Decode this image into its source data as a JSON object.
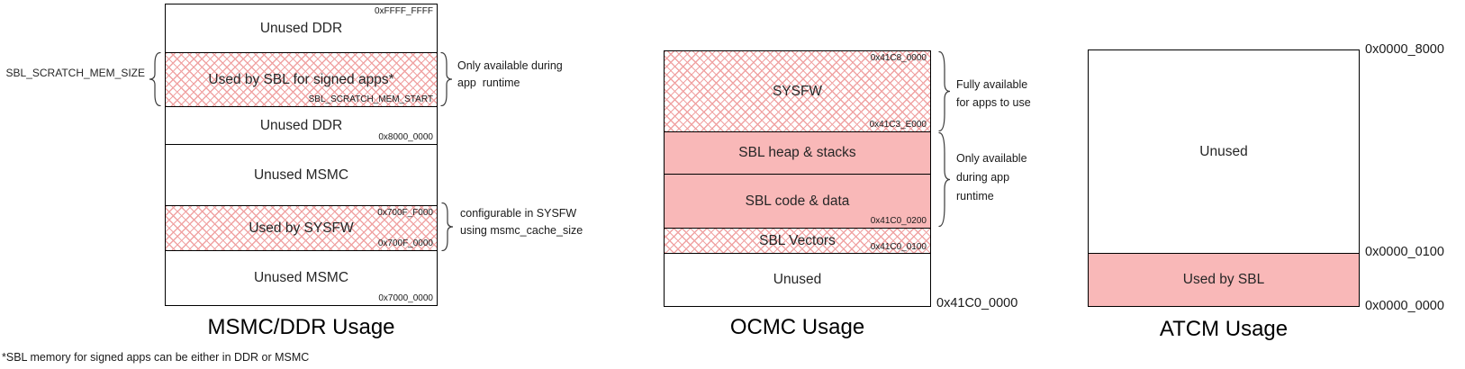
{
  "figure": {
    "msmc": {
      "title": "MSMC/DDR Usage",
      "size_label": "SBL_SCRATCH_MEM_SIZE",
      "footnote": "*SBL memory for signed apps can be either in DDR or MSMC",
      "sections": {
        "unused_ddr_top": "Unused DDR",
        "sbl_scratch": "Used by SBL for signed apps*",
        "unused_ddr_bottom": "Unused DDR",
        "unused_msmc_top": "Unused MSMC",
        "sysfw": "Used by SYSFW",
        "unused_msmc_bottom": "Unused MSMC"
      },
      "addresses": {
        "ddr_top": "0xFFFF_FFFF",
        "scratch_start": "SBL_SCRATCH_MEM_START",
        "ddr_base": "0x8000_0000",
        "sysfw_top": "0x700F_F000",
        "sysfw_base": "0x700F_0000",
        "msmc_base": "0x7000_0000"
      },
      "annotations": {
        "scratch": [
          "Only available during",
          "app  runtime"
        ],
        "sysfw": [
          "configurable in SYSFW",
          "using msmc_cache_size"
        ]
      }
    },
    "ocmc": {
      "title": "OCMC Usage",
      "sections": {
        "sysfw": "SYSFW",
        "sbl_heap": "SBL heap & stacks",
        "sbl_code": "SBL code & data",
        "sbl_vectors": "SBL Vectors",
        "unused": "Unused"
      },
      "addresses": {
        "top": "0x41C8_0000",
        "sysfw_base": "0x41C3_E000",
        "code_base": "0x41C0_0200",
        "vectors_base": "0x41C0_0100",
        "base": "0x41C0_0000"
      },
      "annotations": {
        "fully": [
          "Fully available",
          "for apps to use"
        ],
        "only": [
          "Only available",
          "during app",
          "runtime"
        ]
      }
    },
    "atcm": {
      "title": "ATCM Usage",
      "sections": {
        "unused": "Unused",
        "used_by_sbl": "Used by SBL"
      },
      "addresses": {
        "top": "0x0000_8000",
        "sbl_top": "0x0000_0100",
        "base": "0x0000_0000"
      }
    }
  },
  "colors": {
    "solid_fill": "#f9b8b8",
    "hatch_line": "#f0a3a3",
    "border": "#000000",
    "text": "#262626"
  }
}
